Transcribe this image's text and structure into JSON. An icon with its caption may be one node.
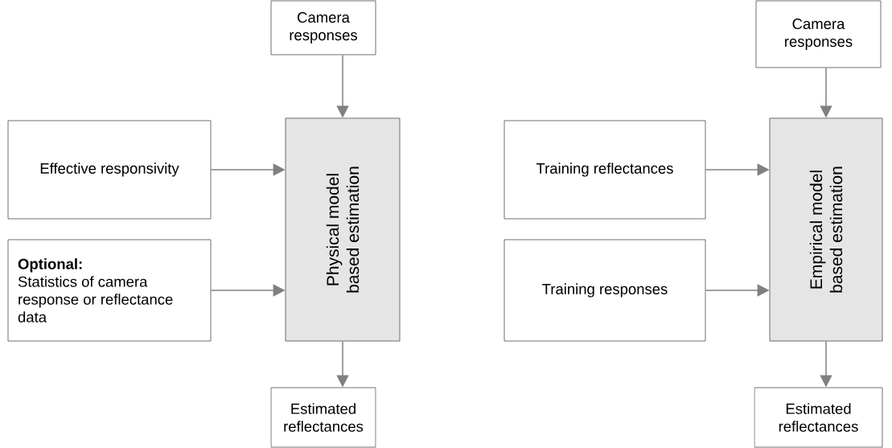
{
  "diagram": {
    "nodes": [
      {
        "text": [
          "Camera responses"
        ]
      },
      {
        "text": [
          "Effective responsivity"
        ]
      },
      {
        "text": [
          "Optional:",
          "Statistics of camera response or reflectance data"
        ]
      },
      {
        "text": [
          "Physical model based estimation"
        ]
      },
      {
        "text": [
          "Estimated reflectances"
        ]
      },
      {
        "text": [
          "Camera responses"
        ]
      },
      {
        "text": [
          "Training reflectances"
        ]
      },
      {
        "text": [
          "Training responses"
        ]
      },
      {
        "text": [
          "Empirical model based estimation"
        ]
      },
      {
        "text": [
          "Estimated reflectances"
        ]
      }
    ],
    "edges": [
      {
        "from": 0,
        "to": 3,
        "arrow": "to"
      },
      {
        "from": 1,
        "to": 3,
        "arrow": "to"
      },
      {
        "from": 2,
        "to": 3,
        "arrow": "to"
      },
      {
        "from": 3,
        "to": 4,
        "arrow": "to"
      },
      {
        "from": 5,
        "to": 8,
        "arrow": "to"
      },
      {
        "from": 6,
        "to": 8,
        "arrow": "to"
      },
      {
        "from": 7,
        "to": 8,
        "arrow": "to"
      },
      {
        "from": 8,
        "to": 9,
        "arrow": "to"
      }
    ]
  }
}
